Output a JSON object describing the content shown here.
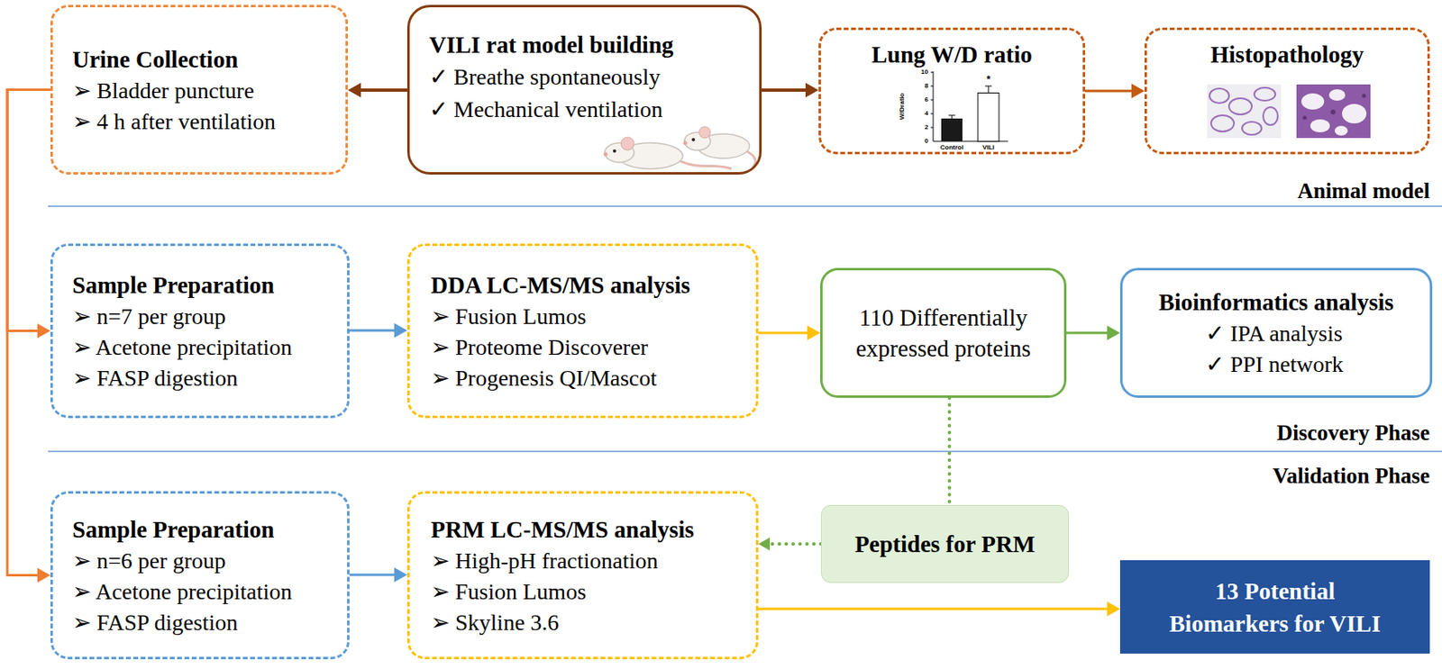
{
  "diagram": {
    "nodes": [
      {
        "text": [
          "Urine Collection",
          "➢ Bladder puncture",
          "➢ 4 h after ventilation"
        ]
      },
      {
        "text": [
          "VILI rat model building",
          "✓ Breathe spontaneously",
          "✓ Mechanical ventilation"
        ]
      },
      {
        "text": [
          "Lung W/D ratio"
        ]
      },
      {
        "text": [
          "Histopathology"
        ]
      },
      {
        "text": [
          "Sample Preparation",
          "➢ n=7 per group",
          "➢ Acetone precipitation",
          "➢ FASP digestion"
        ]
      },
      {
        "text": [
          "DDA LC-MS/MS analysis",
          "➢ Fusion Lumos",
          "➢ Proteome Discoverer",
          "➢ Progenesis QI/Mascot"
        ]
      },
      {
        "text": [
          "110 Differentially expressed proteins"
        ]
      },
      {
        "text": [
          "Bioinformatics analysis",
          "✓ IPA analysis",
          "✓ PPI network"
        ]
      },
      {
        "text": [
          "Sample Preparation",
          "➢ n=6 per group",
          "➢ Acetone precipitation",
          "➢ FASP digestion"
        ]
      },
      {
        "text": [
          "PRM LC-MS/MS analysis",
          "➢ High-pH fractionation",
          "➢ Fusion Lumos",
          "➢ Skyline 3.6"
        ]
      },
      {
        "text": [
          "Peptides for PRM"
        ]
      },
      {
        "text": [
          "13 Potential Biomarkers for VILI"
        ]
      }
    ],
    "edges": [
      {
        "from": 1,
        "to": 0,
        "arrow": "to"
      },
      {
        "from": 1,
        "to": 2,
        "arrow": "to"
      },
      {
        "from": 2,
        "to": 3,
        "arrow": "to"
      },
      {
        "from": 0,
        "to": 4,
        "arrow": "to"
      },
      {
        "from": 0,
        "to": 8,
        "arrow": "to"
      },
      {
        "from": 4,
        "to": 5,
        "arrow": "to"
      },
      {
        "from": 5,
        "to": 6,
        "arrow": "to"
      },
      {
        "from": 6,
        "to": 7,
        "arrow": "to"
      },
      {
        "from": 6,
        "to": 10,
        "arrow": "none"
      },
      {
        "from": 10,
        "to": 9,
        "arrow": "to"
      },
      {
        "from": 8,
        "to": 9,
        "arrow": "to"
      },
      {
        "from": 9,
        "to": 11,
        "arrow": "to"
      }
    ],
    "labels": [
      "10",
      "8",
      "6",
      "4",
      "2",
      "0",
      "W/Dratio",
      "*",
      "Control",
      "VILI",
      "Animal model",
      "Discovery Phase",
      "Validation Phase"
    ]
  }
}
